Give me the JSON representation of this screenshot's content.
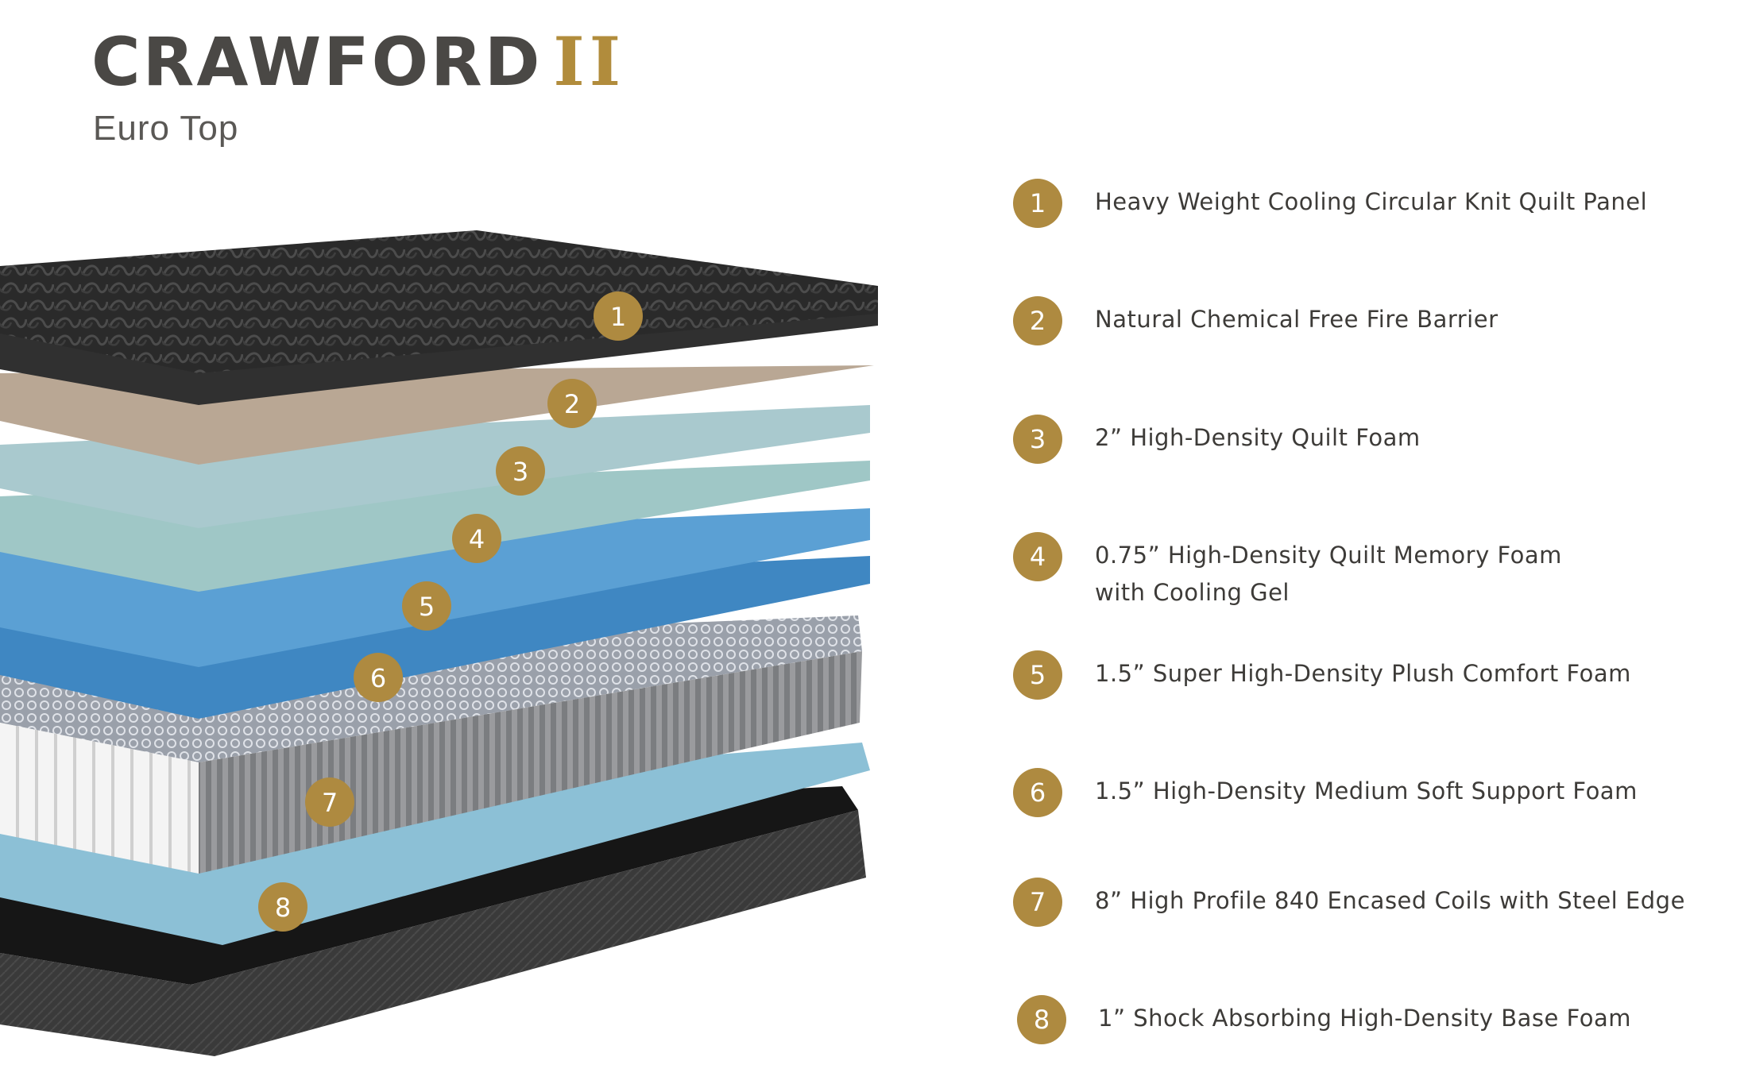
{
  "header": {
    "title": "CRAWFORD",
    "title_suffix": "II",
    "subtitle": "Euro Top"
  },
  "colors": {
    "accent_gold": "#ae8a40",
    "title_gray": "#4a4845",
    "text": "#3d3b38"
  },
  "layers": [
    {
      "number": "1",
      "label": "Heavy Weight Cooling Circular Knit Quilt Panel"
    },
    {
      "number": "2",
      "label": "Natural Chemical Free Fire Barrier"
    },
    {
      "number": "3",
      "label": "2” High-Density Quilt Foam"
    },
    {
      "number": "4",
      "label": "0.75” High-Density Quilt Memory Foam",
      "label_line2": "with Cooling Gel"
    },
    {
      "number": "5",
      "label": "1.5” Super High-Density Plush Comfort Foam"
    },
    {
      "number": "6",
      "label": "1.5” High-Density Medium Soft Support Foam"
    },
    {
      "number": "7",
      "label": "8” High Profile 840 Encased Coils with Steel Edge"
    },
    {
      "number": "8",
      "label": "1” Shock Absorbing High-Density Base Foam"
    }
  ]
}
